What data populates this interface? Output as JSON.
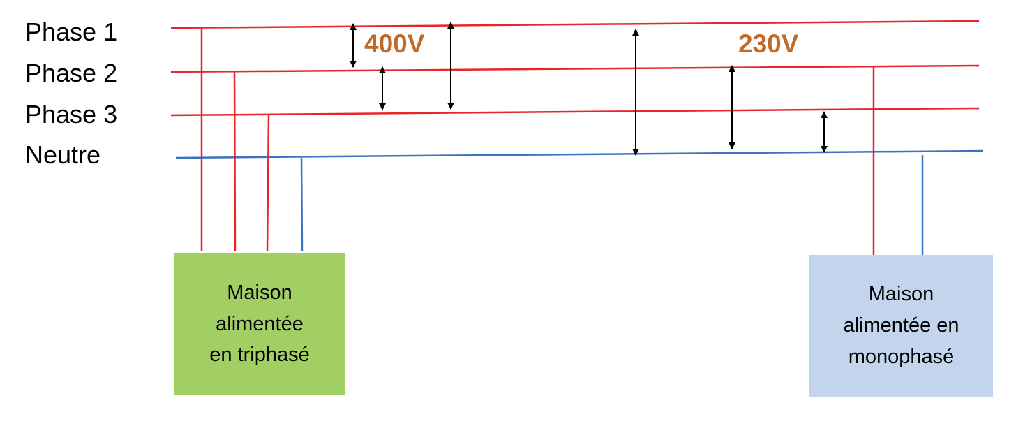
{
  "colors": {
    "phase": "#e8262a",
    "neutral": "#3b73c1",
    "arrow": "#000000",
    "voltage_text": "#c0692a",
    "house_three_phase_fill": "#a2cf63",
    "house_single_phase_fill": "#c3d5ec"
  },
  "lines": {
    "phase1": "Phase 1",
    "phase2": "Phase 2",
    "phase3": "Phase 3",
    "neutral": "Neutre"
  },
  "voltages": {
    "between_phases": "400V",
    "phase_to_neutral": "230V"
  },
  "houses": {
    "three_phase": {
      "line1": "Maison",
      "line2": "alimentée",
      "line3": "en triphasé"
    },
    "single_phase": {
      "line1": "Maison",
      "line2": "alimentée en",
      "line3": "monophasé"
    }
  }
}
